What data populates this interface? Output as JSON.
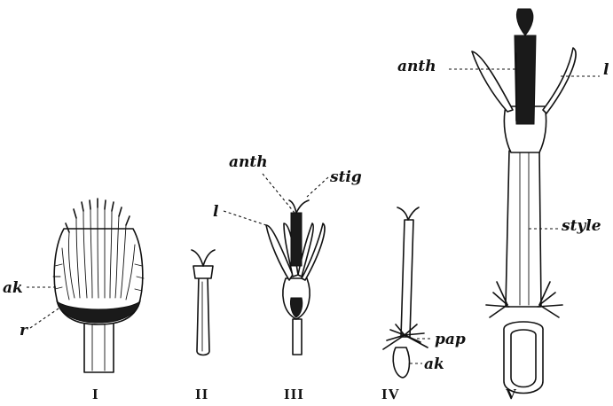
{
  "labels": {
    "fig1_ak": "ak",
    "fig1_r": "r",
    "fig3_anth": "anth",
    "fig3_stig": "stig",
    "fig3_l": "l",
    "fig4_pap": "pap",
    "fig4_ak": "ak",
    "fig5_anth": "anth",
    "fig5_l": "l",
    "fig5_style": "style"
  },
  "numerals": [
    "I",
    "II",
    "III",
    "IV",
    "V"
  ]
}
